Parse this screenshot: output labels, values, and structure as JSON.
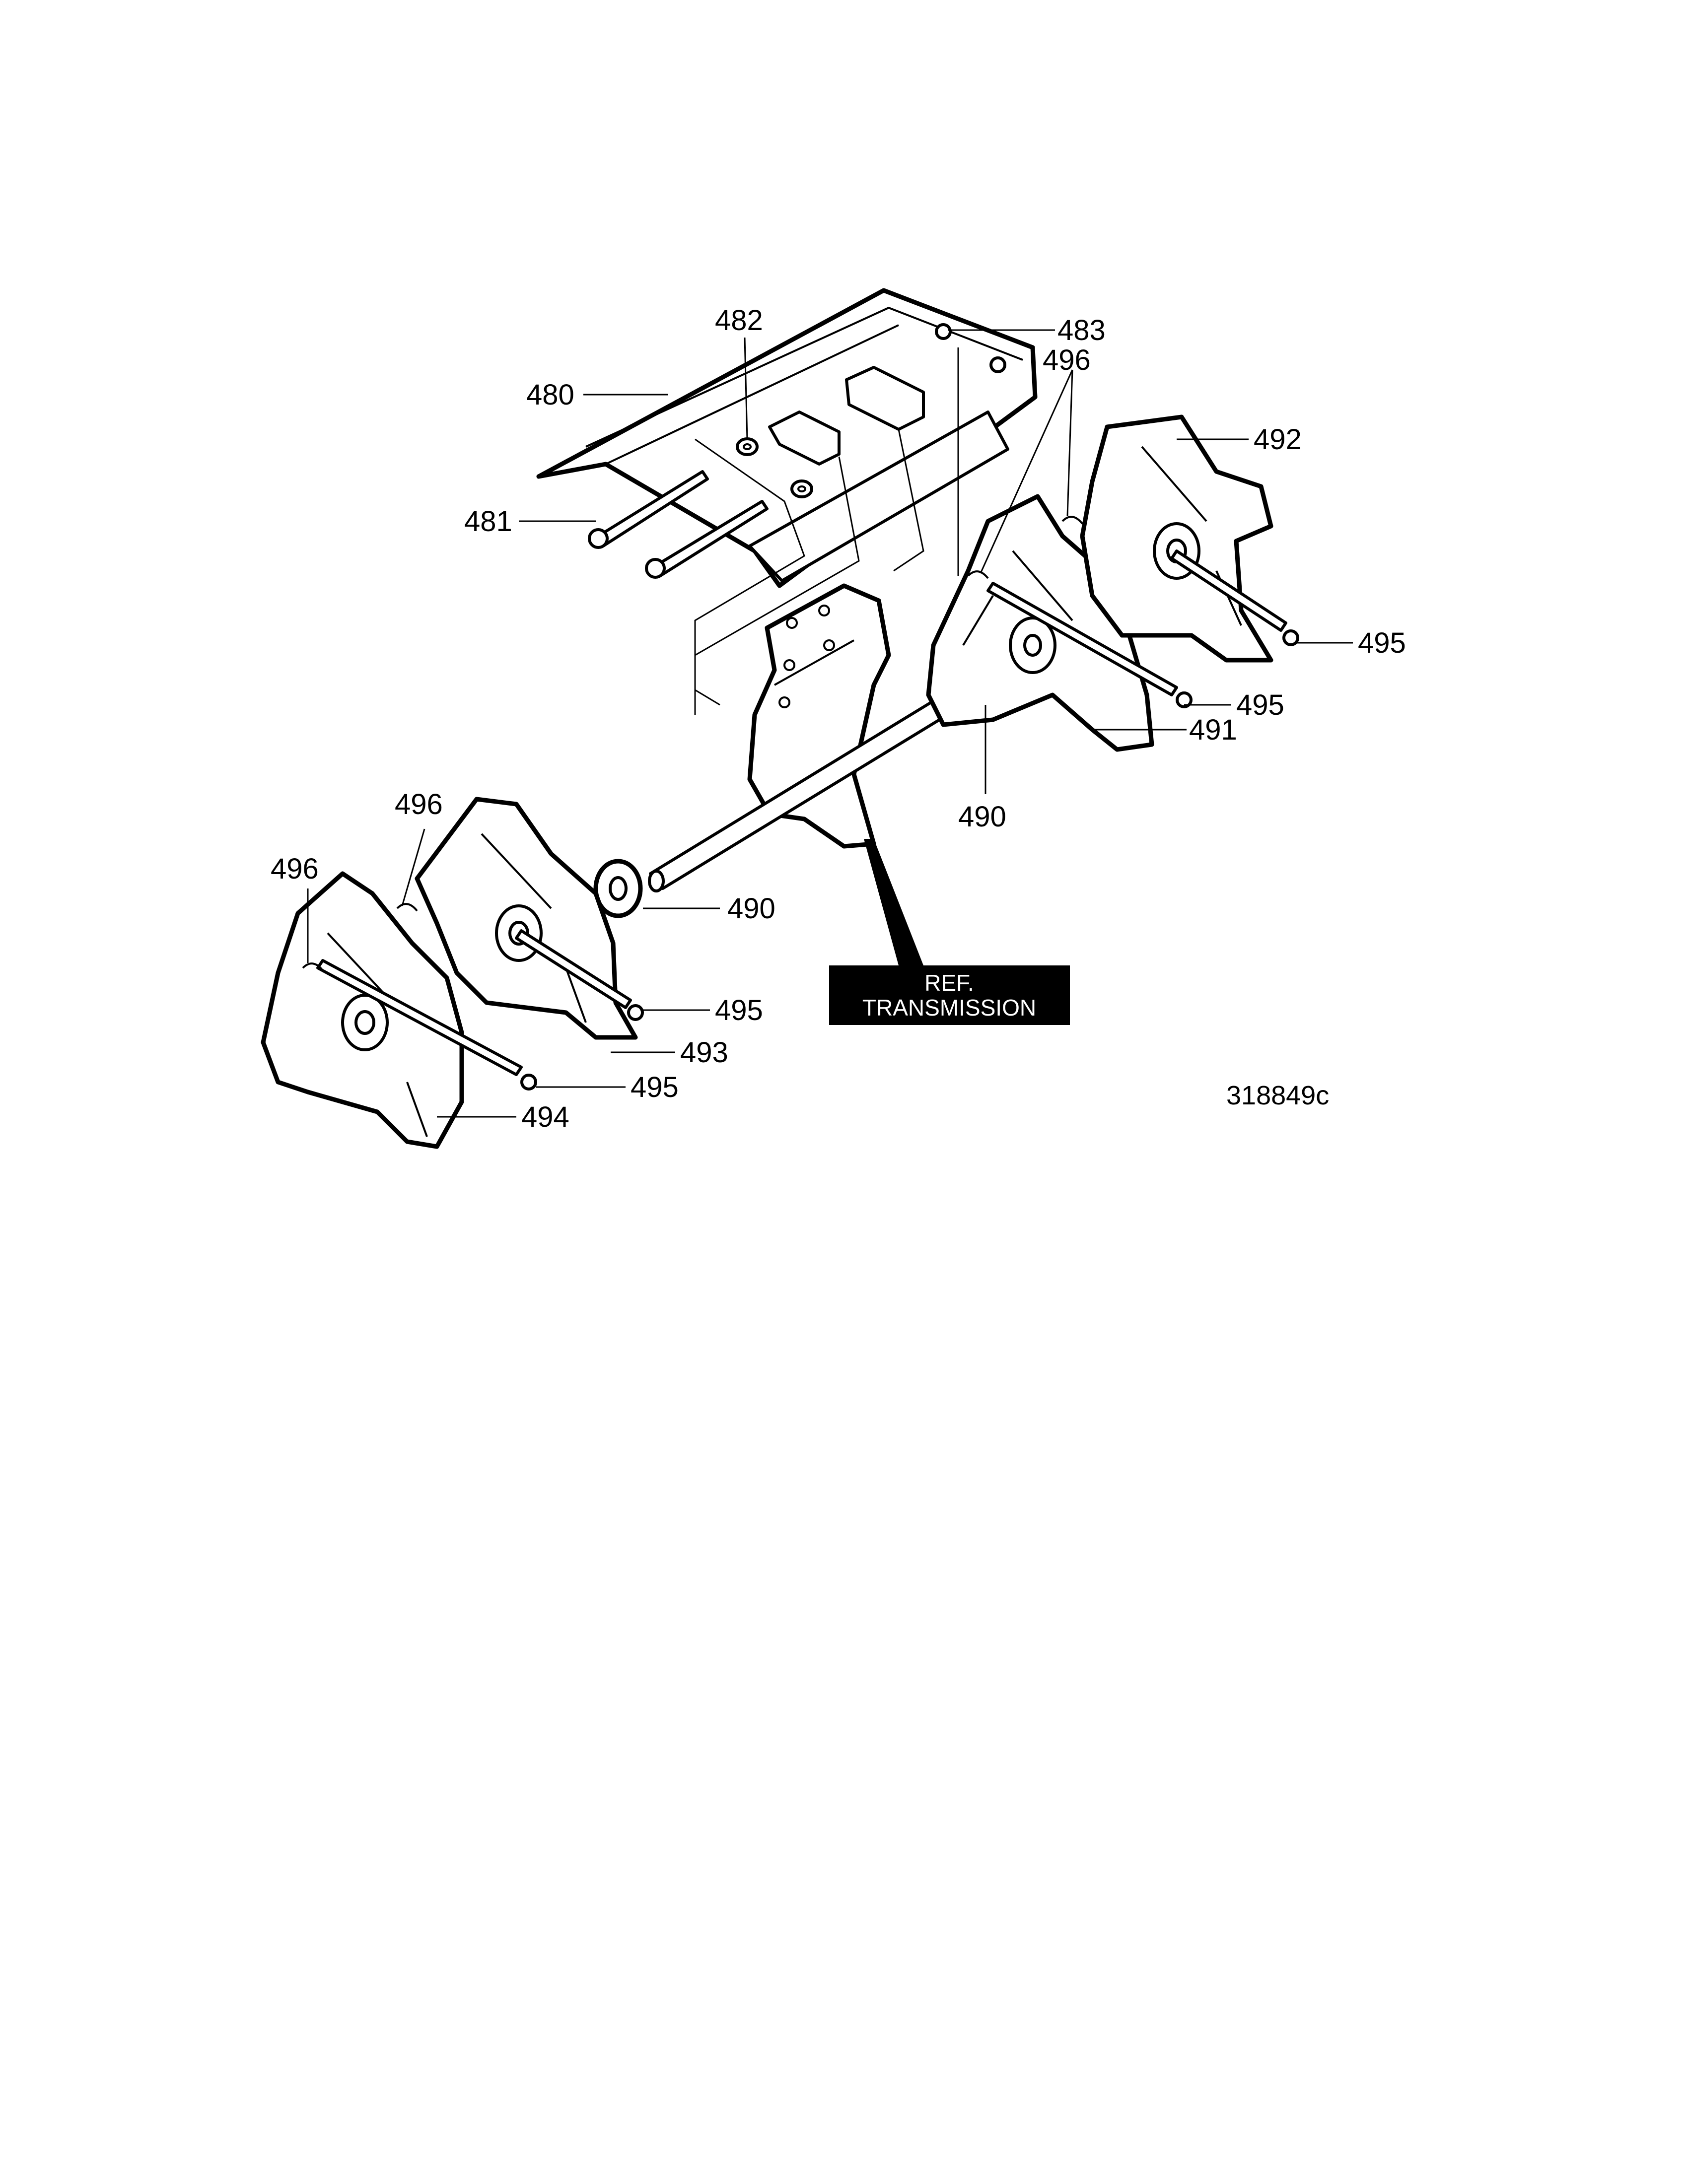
{
  "callouts": {
    "c480": "480",
    "c481": "481",
    "c482": "482",
    "c483": "483",
    "c496_top": "496",
    "c492": "492",
    "c495_right_upper": "495",
    "c495_right_lower": "495",
    "c491": "491",
    "c490_center": "490",
    "c496_left_upper": "496",
    "c496_left_lower": "496",
    "c490_left": "490",
    "c495_left_upper": "495",
    "c493": "493",
    "c495_left_lower": "495",
    "c494": "494"
  },
  "ref_box": {
    "line1": "REF.",
    "line2": "TRANSMISSION"
  },
  "figure_number": "318849c"
}
